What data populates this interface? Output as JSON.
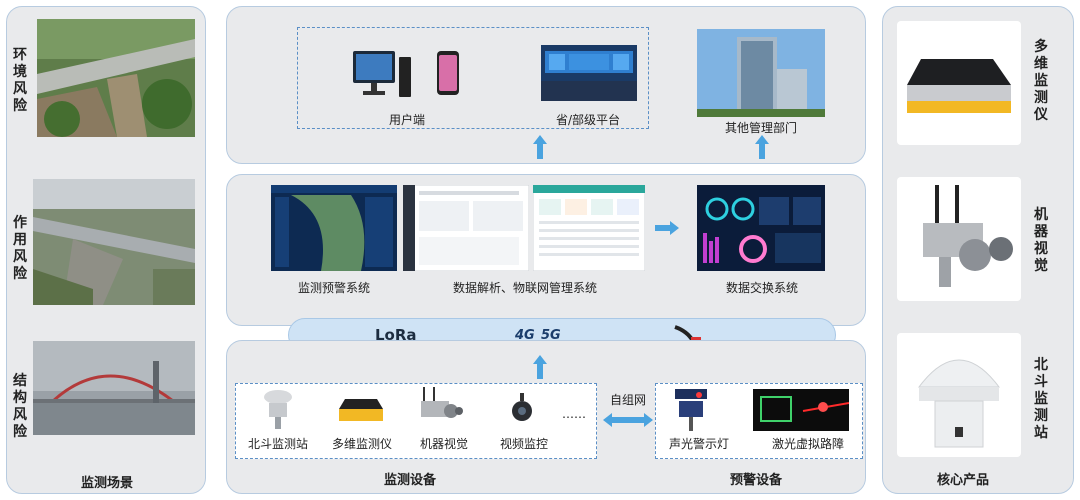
{
  "left_panel": {
    "scenes": [
      {
        "label": "环境风险"
      },
      {
        "label": "作用风险"
      },
      {
        "label": "结构风险"
      }
    ],
    "footer": "监测场景"
  },
  "top_section": {
    "user_terminal": "用户端",
    "provincial_platform": "省/部级平台",
    "other_departments": "其他管理部门"
  },
  "middle_section": {
    "warning_system": "监测预警系统",
    "iot_system": "数据解析、物联网管理系统",
    "exchange_system": "数据交换系统"
  },
  "network_bar": {
    "lora": "LoRa",
    "g4": "4G",
    "g5": "5G"
  },
  "bottom_section": {
    "devices": [
      {
        "label": "北斗监测站"
      },
      {
        "label": "多维监测仪"
      },
      {
        "label": "机器视觉"
      },
      {
        "label": "视频监控"
      }
    ],
    "ellipsis": "……",
    "mesh_label": "自组网",
    "warning_devices": [
      {
        "label": "声光警示灯"
      },
      {
        "label": "激光虚拟路障"
      }
    ],
    "devices_footer": "监测设备",
    "warning_footer": "预警设备"
  },
  "right_panel": {
    "products": [
      {
        "label": "多维监测仪"
      },
      {
        "label": "机器视觉"
      },
      {
        "label": "北斗监测站"
      }
    ],
    "footer": "核心产品"
  },
  "colors": {
    "arrow": "#4aa3df",
    "dashed_border": "#5b8fc6",
    "panel_bg": "#e9eaec",
    "network_bar": "#cfe3f5"
  }
}
